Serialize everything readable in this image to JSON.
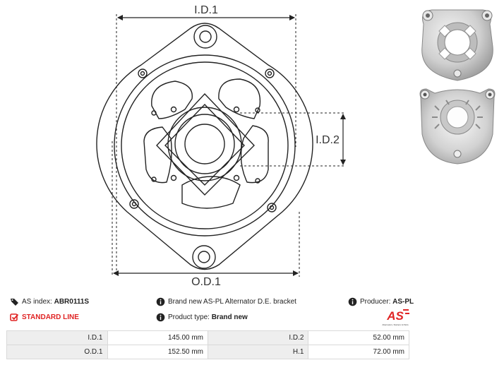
{
  "drawing": {
    "labels": {
      "id1": "I.D.1",
      "id2": "I.D.2",
      "od1": "O.D.1"
    }
  },
  "photos": [
    {
      "name": "product-photo-front"
    },
    {
      "name": "product-photo-back"
    }
  ],
  "info": {
    "as_index_label": "AS index:",
    "as_index_value": "ABR0111S",
    "description": "Brand new AS-PL Alternator D.E. bracket",
    "producer_label": "Producer:",
    "producer_value": "AS-PL",
    "line_label": "STANDARD LINE",
    "product_type_label": "Product type:",
    "product_type_value": "Brand new"
  },
  "logo": {
    "text": "AS",
    "tagline": "Alternators, Starters & Parts",
    "color": "#e02424"
  },
  "params": [
    {
      "l1": "I.D.1",
      "v1": "145.00 mm",
      "l2": "I.D.2",
      "v2": "52.00 mm"
    },
    {
      "l1": "O.D.1",
      "v1": "152.50 mm",
      "l2": "H.1",
      "v2": "72.00 mm"
    }
  ],
  "colors": {
    "accent_red": "#e02424",
    "line": "#222222",
    "table_label_bg": "#eeeeee"
  }
}
